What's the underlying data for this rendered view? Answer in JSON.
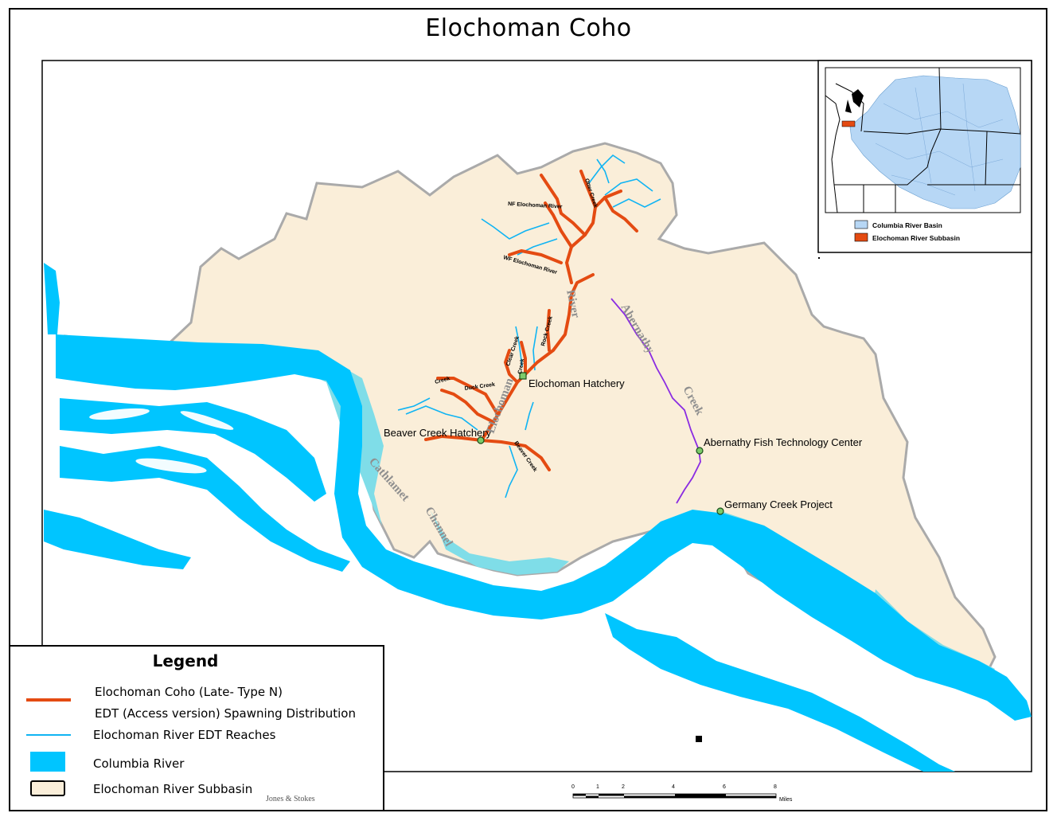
{
  "title": "Elochoman Coho",
  "colors": {
    "subbasin_fill": "#faeed9",
    "columbia_river": "#00c5ff",
    "shallow_water": "#7fdde8",
    "coho_distribution": "#e44b12",
    "edt_reaches": "#10b4f3",
    "abernathy_creek": "#8a2be2",
    "site_marker": "#7ccb6a",
    "basin_outline": "#aaaaaa"
  },
  "map_labels": {
    "elochoman_hatchery": "Elochoman Hatchery",
    "beaver_creek_hatchery": "Beaver Creek Hatchery",
    "abernathy_center": "Abernathy Fish Technology Center",
    "germany_creek_project": "Germany Creek Project",
    "abernathy": "Abernathy",
    "creek": "Creek",
    "cathlamet": "Cathlamet",
    "channel": "Channel",
    "elochoman": "Elochoman",
    "river": "River",
    "nf_elochoman_river": "NF Elochoman River",
    "wf_elochoman_river": "WF Elochoman River",
    "otter_creek": "Otter Creek",
    "duck_creek": "Duck Creek",
    "clear_creek": "Clear Creek",
    "rock_creek": "Rock Creek",
    "beaver_creek": "Beaver Creek",
    "creek_a": "Creek",
    "creek_b": "Creek"
  },
  "inset": {
    "legend": [
      {
        "label": "Columbia River Basin",
        "color": "#b7d7f5"
      },
      {
        "label": "Elochoman River Subbasin",
        "color": "#e44b12"
      }
    ]
  },
  "legend": {
    "title": "Legend",
    "items": [
      {
        "line1": "Elochoman Coho (Late- Type N)",
        "line2": "EDT (Access version) Spawning Distribution",
        "symbol": "coho-line"
      },
      {
        "line1": "Elochoman River EDT Reaches",
        "symbol": "reach-line"
      },
      {
        "line1": "Columbia River",
        "symbol": "river-patch"
      },
      {
        "line1": "Elochoman River Subbasin",
        "symbol": "subbasin-patch"
      }
    ],
    "credit": "Jones & Stokes"
  },
  "scale": {
    "ticks": [
      "0",
      "1",
      "2",
      "4",
      "6",
      "8"
    ],
    "units": "Miles"
  }
}
